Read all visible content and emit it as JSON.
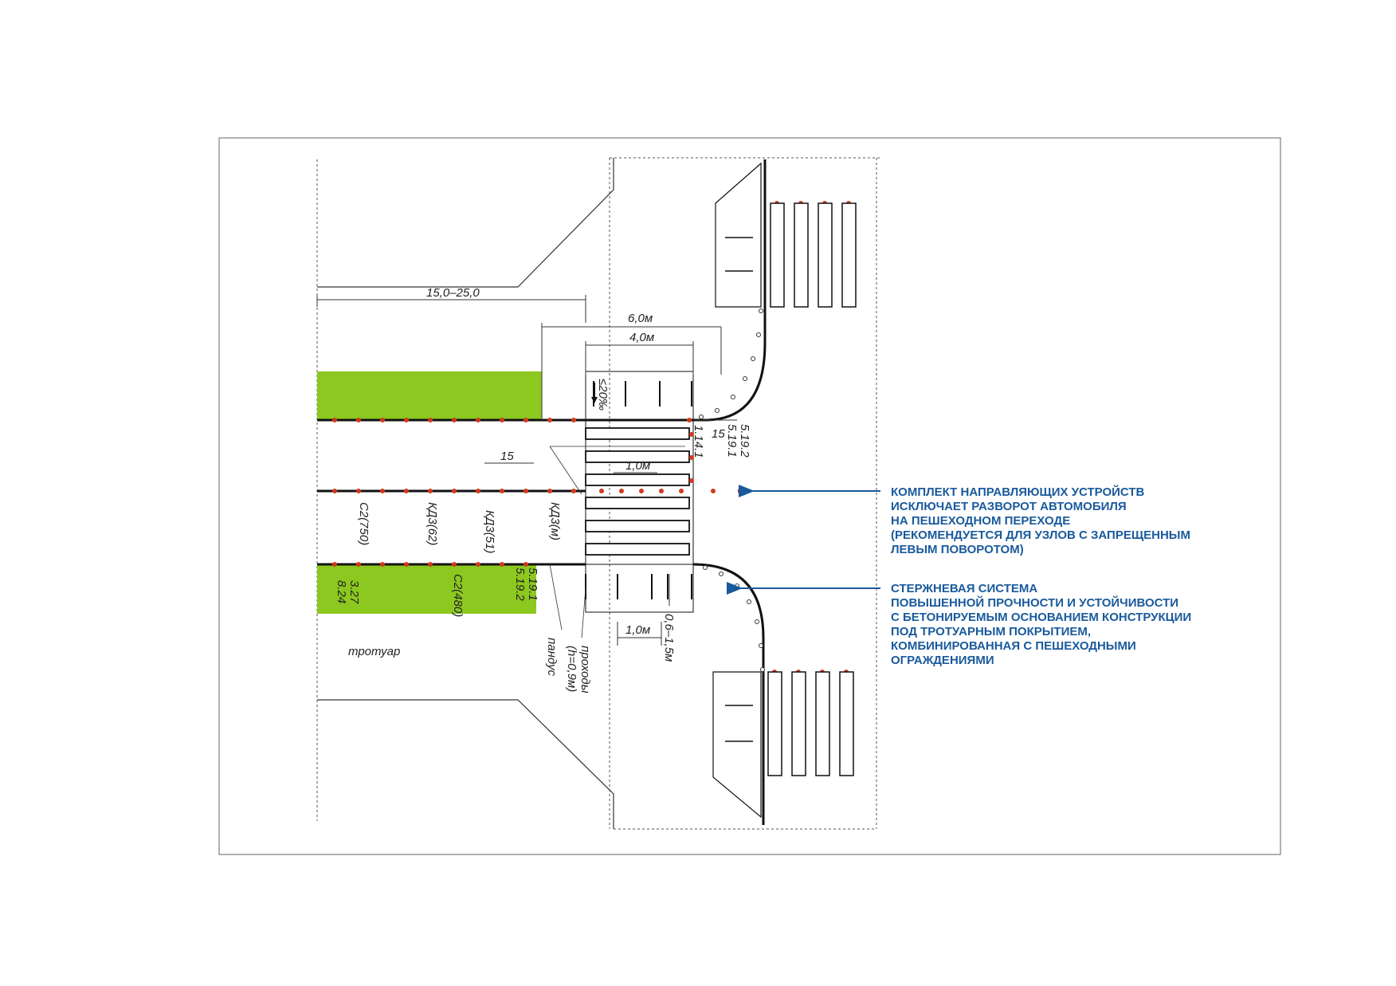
{
  "dimensions": {
    "approach_length": "15,0–25,0",
    "refuge_width": "6,0м",
    "crossing_width": "4,0м",
    "rail_module_top": "1,0м",
    "rail_module_bottom": "1,0м",
    "post_height": "0,6–1,5м",
    "spacing_left": "15",
    "spacing_right": "15"
  },
  "labels": {
    "slope": "≤20‰",
    "sign_1141": "1.14.1",
    "sign_5191_top": "5.19.1",
    "sign_5192_top": "5.19.2",
    "sign_5191_bottom": "5.19.1",
    "sign_5192_bottom": "5.19.2",
    "code_c2_750": "С2(750)",
    "code_kd3_62": "КД3(62)",
    "code_kd3_51": "КД3(51)",
    "code_kd3_m": "КД3(м)",
    "code_c2_480": "С2(480)",
    "code_327": "3.27",
    "code_824": "8.24",
    "sidewalk": "тротуар",
    "ramp": "пандус",
    "passage_line1": "проходы",
    "passage_line2": "(h=0,9м)"
  },
  "notes": {
    "guide_devices": [
      "КОМПЛЕКТ НАПРАВЛЯЮЩИХ УСТРОЙСТВ",
      "ИСКЛЮЧАЕТ РАЗВОРОТ АВТОМОБИЛЯ",
      "НА ПЕШЕХОДНОМ ПЕРЕХОДЕ",
      "(РЕКОМЕНДУЕТСЯ ДЛЯ УЗЛОВ С ЗАПРЕЩЕННЫМ",
      "ЛЕВЫМ ПОВОРОТОМ)"
    ],
    "rod_system": [
      "СТЕРЖНЕВАЯ СИСТЕМА",
      "ПОВЫШЕННОЙ ПРОЧНОСТИ И УСТОЙЧИВОСТИ",
      "С БЕТОНИРУЕМЫМ ОСНОВАНИЕМ КОНСТРУКЦИИ",
      "ПОД ТРОТУАРНЫМ ПОКРЫТИЕМ,",
      "КОМБИНИРОВАННАЯ С ПЕШЕХОДНЫМИ",
      "ОГРАЖДЕНИЯМИ"
    ]
  },
  "colors": {
    "green_area": "#8cc820",
    "post_red": "#d23a1a",
    "note_blue": "#1a5a9c",
    "line": "#111111"
  }
}
